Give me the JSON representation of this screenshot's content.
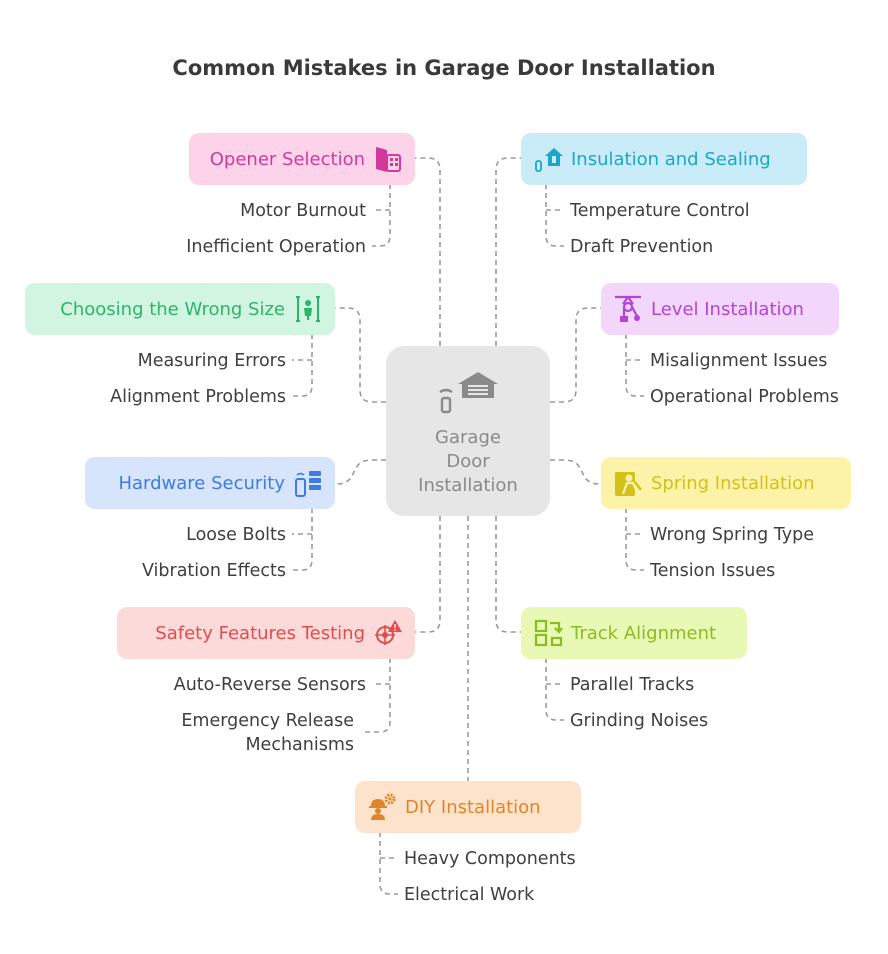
{
  "title": "Common Mistakes in Garage Door Installation",
  "center": {
    "label": "Garage\nDoor\nInstallation",
    "icon": "garage-door-icon"
  },
  "colors": {
    "connector": "#9a9a9a",
    "opener": {
      "bg": "#fdd3ea",
      "fg": "#d2399a"
    },
    "insulation": {
      "bg": "#c9ecf8",
      "fg": "#1ba7c9"
    },
    "size": {
      "bg": "#d2f5e1",
      "fg": "#2bb56b"
    },
    "level": {
      "bg": "#f3d7fb",
      "fg": "#b444d6"
    },
    "hardware": {
      "bg": "#d6e5fc",
      "fg": "#3f7be0"
    },
    "spring": {
      "bg": "#fdf3a8",
      "fg": "#d4c01a"
    },
    "safety": {
      "bg": "#fddada",
      "fg": "#e04d4d"
    },
    "track": {
      "bg": "#e8f9b5",
      "fg": "#8dbb22"
    },
    "diy": {
      "bg": "#fde3cc",
      "fg": "#e0862a"
    }
  },
  "branches": {
    "opener": {
      "label": "Opener Selection",
      "icon": "door-icon",
      "items": [
        "Motor Burnout",
        "Inefficient Operation"
      ]
    },
    "insulation": {
      "label": "Insulation and Sealing",
      "icon": "home-thermometer-icon",
      "items": [
        "Temperature Control",
        "Draft Prevention"
      ]
    },
    "size": {
      "label": "Choosing the Wrong Size",
      "icon": "measure-person-icon",
      "items": [
        "Measuring Errors",
        "Alignment Problems"
      ]
    },
    "level": {
      "label": "Level Installation",
      "icon": "pulley-icon",
      "items": [
        "Misalignment Issues",
        "Operational Problems"
      ]
    },
    "hardware": {
      "label": "Hardware Security",
      "icon": "phone-server-icon",
      "items": [
        "Loose Bolts",
        "Vibration Effects"
      ]
    },
    "spring": {
      "label": "Spring Installation",
      "icon": "worker-icon",
      "items": [
        "Wrong Spring Type",
        "Tension Issues"
      ]
    },
    "safety": {
      "label": "Safety Features Testing",
      "icon": "warning-sensor-icon",
      "items": [
        "Auto-Reverse Sensors",
        "Emergency Release\nMechanisms"
      ]
    },
    "track": {
      "label": "Track Alignment",
      "icon": "track-layout-icon",
      "items": [
        "Parallel Tracks",
        "Grinding Noises"
      ]
    },
    "diy": {
      "label": "DIY Installation",
      "icon": "worker-gear-icon",
      "items": [
        "Heavy Components",
        "Electrical Work"
      ]
    }
  }
}
